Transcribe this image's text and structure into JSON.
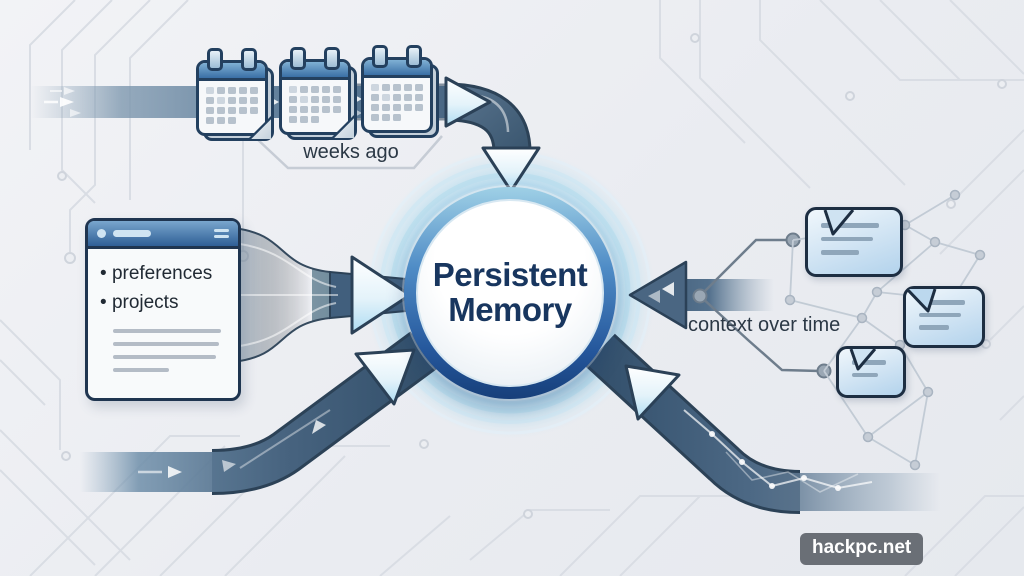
{
  "page": {
    "title": "Persistent Memory"
  },
  "center": {
    "label": "Persistent Memory"
  },
  "timeline": {
    "label": "weeks ago",
    "calendar_count": 3
  },
  "notes_card": {
    "items": [
      "preferences",
      "projects"
    ]
  },
  "context": {
    "label": "context over time",
    "bubble_count": 3
  },
  "watermark": {
    "label": "hackpc.net"
  },
  "colors": {
    "background": "#edeef2",
    "circuit_line": "#d9dde4",
    "band_slate": "#46627e",
    "band_edge": "#2c4257",
    "arrow_light": "#cfe9f6",
    "ring_top": "#8fc3de",
    "ring_bottom": "#1c4a86",
    "halo": "#aadcf0",
    "navy_text": "#18365f",
    "label_text": "#2b3845",
    "calendar_header": "#4a82b8",
    "card_titlebar": "#33659c",
    "bubble_fill": "#c3dcef",
    "bubble_outline": "#1d2e42",
    "placeholder_line": "#b4bcc6",
    "watermark_bg": "#63676e"
  }
}
